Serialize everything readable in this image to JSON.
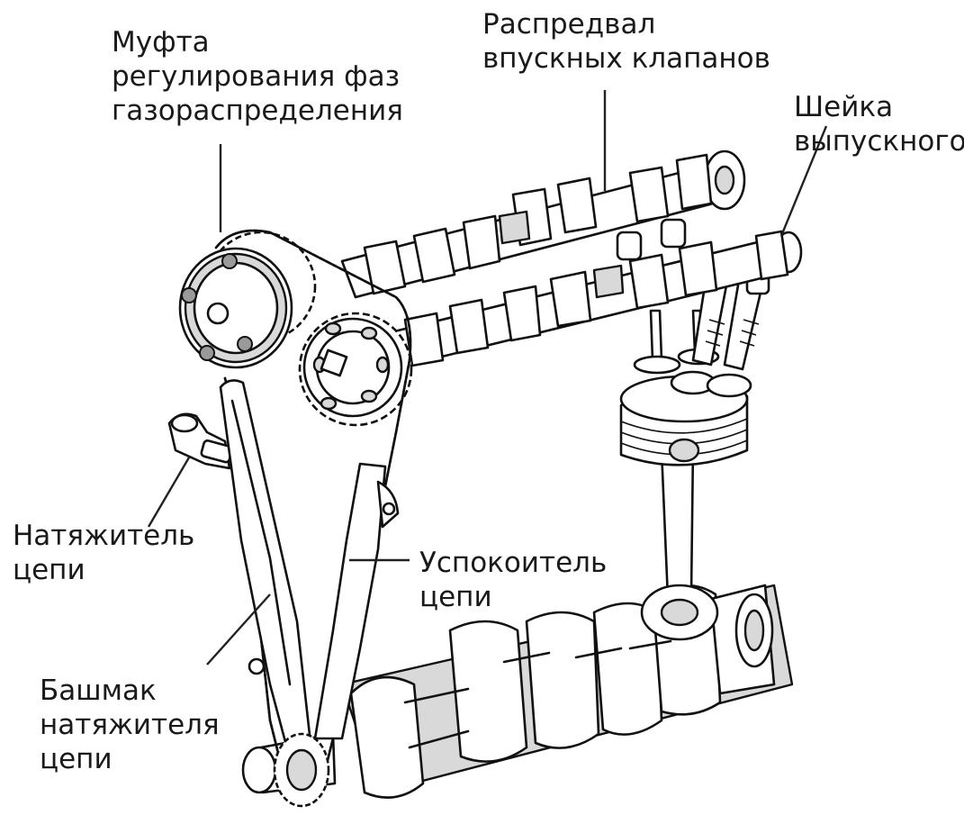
{
  "labels": {
    "vvt": [
      "Муфта",
      "регулирования фаз",
      "газораспределения"
    ],
    "intake_cam": [
      "Распредвал",
      "впускных клапанов"
    ],
    "exhaust_journal": [
      "Шейка",
      "выпускного"
    ],
    "tensioner": [
      "Натяжитель",
      "цепи"
    ],
    "damper": [
      "Успокоитель",
      "цепи"
    ],
    "tensioner_shoe": [
      "Башмак",
      "натяжителя",
      "цепи"
    ]
  },
  "colors": {
    "ink": "#111111",
    "part_fill": "#ffffff",
    "shade": "#d9d9d9",
    "dark_shade": "#9a9a9a"
  }
}
